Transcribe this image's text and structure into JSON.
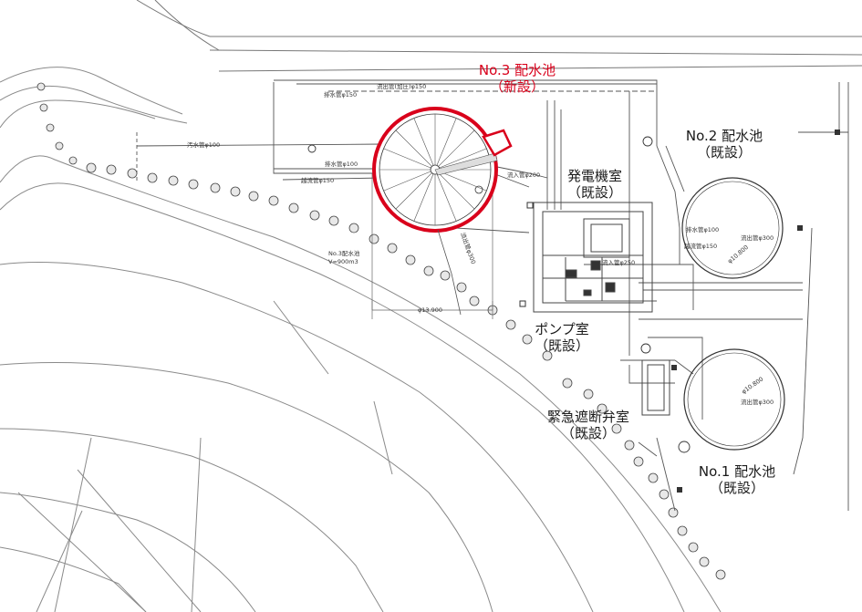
{
  "labels": {
    "no3_tank": {
      "name": "No.3 配水池",
      "status": "（新設）"
    },
    "no2_tank": {
      "name": "No.2 配水池",
      "status": "（既設）"
    },
    "generator_room": {
      "name": "発電機室",
      "status": "（既設）"
    },
    "pump_room": {
      "name": "ポンプ室",
      "status": "（既設）"
    },
    "valve_room": {
      "name": "緊急遮断弁室",
      "status": "（既設）"
    },
    "no1_tank": {
      "name": "No.1 配水池",
      "status": "（既設）"
    }
  },
  "pipe_labels": {
    "sewage": "汚水管φ100",
    "drain": "排水管φ100",
    "overflow": "越流管φ150",
    "inflow": "流入管φ200",
    "outflow": "流出管φ300",
    "outflow_top": "流出管(加圧)φ150",
    "drain_top": "排水管φ150",
    "tank_note_1": "No.3配水池",
    "tank_note_2": "V=900m3",
    "diameter_no3": "φ13.900",
    "diameter_no2": "φ10.800",
    "diameter_no1": "φ10.800",
    "inflow_250": "流入管φ250",
    "drain_100_r": "排水管φ100",
    "overflow_150_r": "越流管φ150",
    "outflow_300_r": "流出管φ300",
    "outflow_300_r2": "流出管φ300"
  },
  "colors": {
    "highlight": "#d9001b",
    "line": "#555555",
    "light_line": "#9a9a9a"
  }
}
